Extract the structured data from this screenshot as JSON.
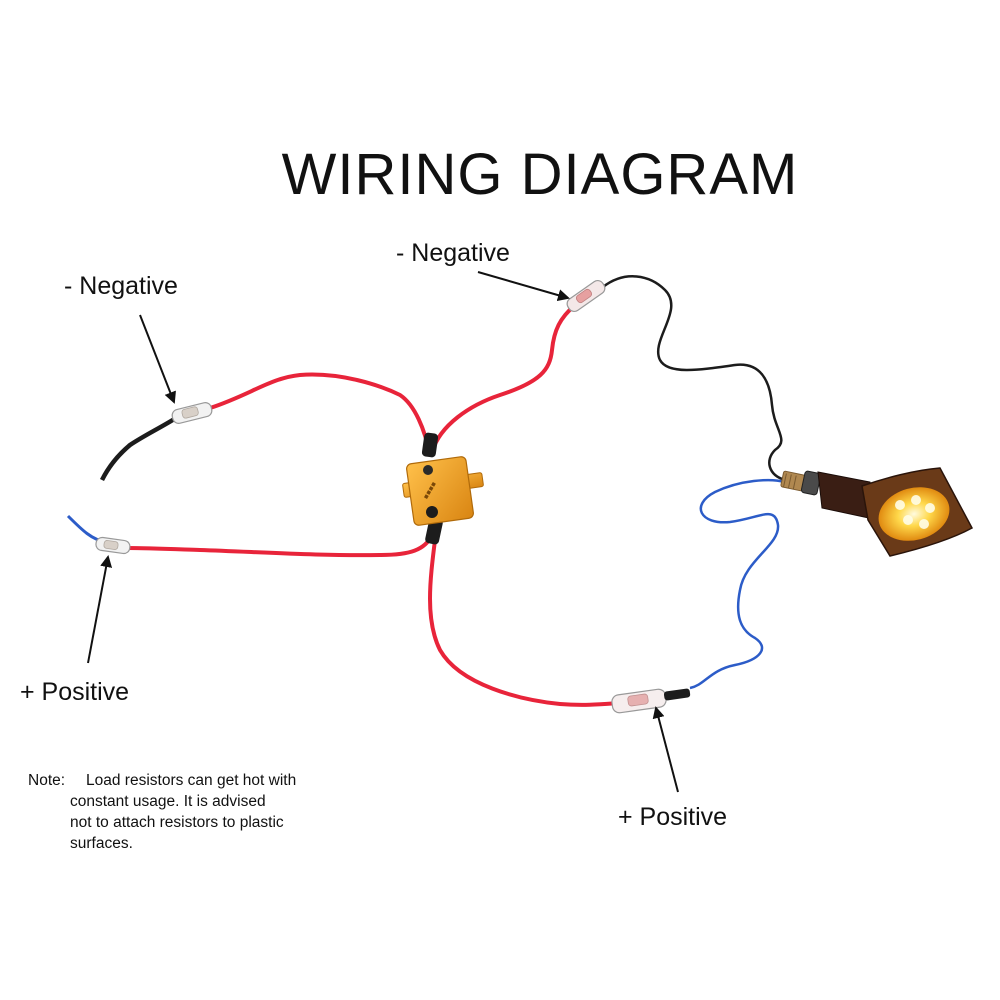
{
  "title": "WIRING DIAGRAM",
  "labels": {
    "negative_left": "- Negative",
    "negative_top": "- Negative",
    "positive_left": "+ Positive",
    "positive_bottom": "+ Positive"
  },
  "note": {
    "label": "Note:",
    "lines": [
      "Load resistors can get hot with",
      "constant usage. It is advised",
      "not to attach resistors to plastic",
      "surfaces."
    ]
  },
  "colors": {
    "red_wire": "#e8243a",
    "black_wire": "#1c1c1c",
    "blue_wire": "#2c5cc8",
    "resistor_body": "#f0a020",
    "lamp_glow": "#ffcc40",
    "lamp_housing": "#3a1e14",
    "arrow": "#111111"
  }
}
